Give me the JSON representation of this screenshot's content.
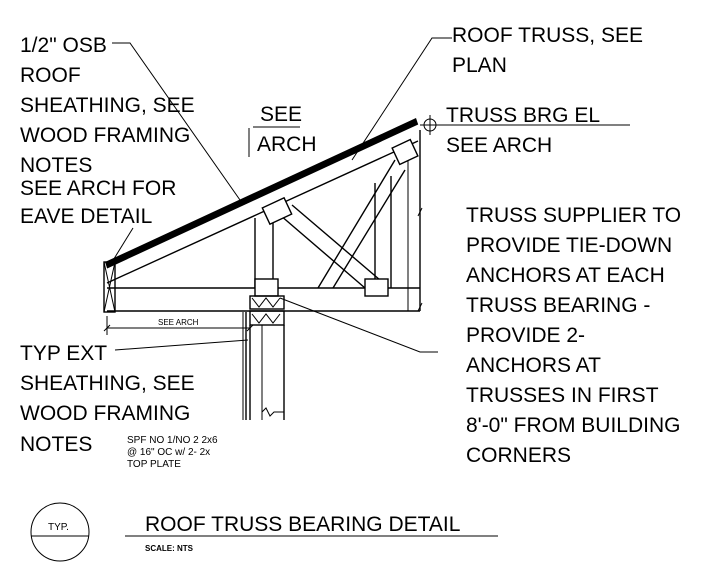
{
  "notes": {
    "osb": [
      "1/2\" OSB",
      "ROOF",
      "SHEATHING, SEE",
      "WOOD FRAMING",
      "NOTES"
    ],
    "eave": [
      "SEE ARCH FOR",
      "EAVE DETAIL"
    ],
    "see_arch_box": [
      "SEE",
      "ARCH"
    ],
    "truss": [
      "ROOF TRUSS, SEE",
      "PLAN"
    ],
    "bearing_el": [
      "TRUSS BRG EL",
      "SEE ARCH"
    ],
    "supplier": [
      "TRUSS SUPPLIER TO",
      "PROVIDE TIE-DOWN",
      "ANCHORS AT EACH",
      "TRUSS BEARING -",
      "PROVIDE 2-",
      "ANCHORS AT",
      "TRUSSES IN FIRST",
      "8'-0\" FROM BUILDING",
      "CORNERS"
    ],
    "dim_label": "SEE ARCH",
    "ext_sheathing": [
      "TYP EXT",
      "SHEATHING, SEE",
      "WOOD FRAMING",
      "NOTES"
    ],
    "plate": [
      "SPF NO 1/NO 2 2x6",
      "@ 16\" OC w/ 2- 2x",
      "TOP PLATE"
    ]
  },
  "title_block": {
    "tag": "TYP.",
    "title": "ROOF TRUSS BEARING DETAIL",
    "scale": "SCALE:  NTS"
  }
}
